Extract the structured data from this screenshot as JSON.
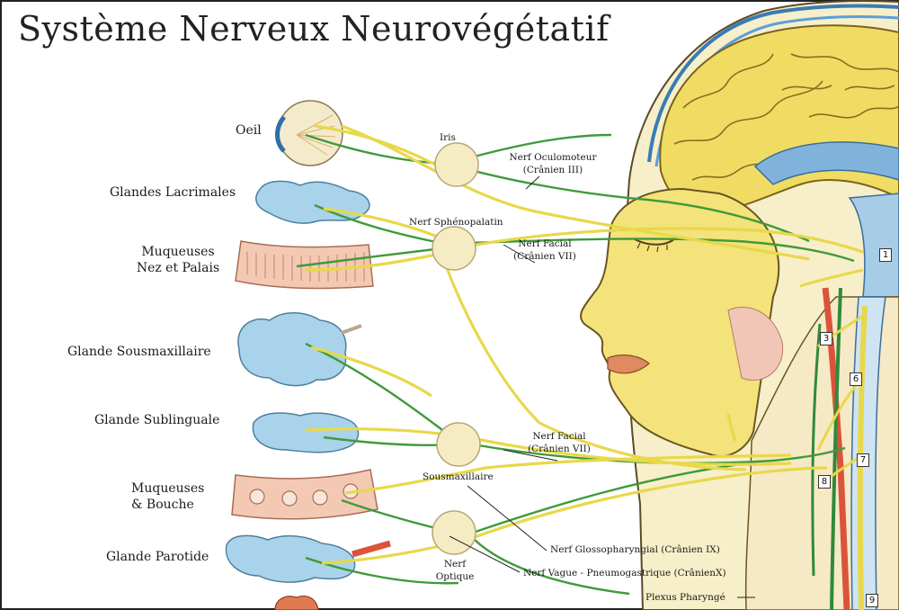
{
  "title": "Système Nerveux Neurovégétatif",
  "organs": {
    "oeil": "Oeil",
    "lacrimales": "Glandes Lacrimales",
    "muqueuses_nez_1": "Muqueuses",
    "muqueuses_nez_2": "Nez et Palais",
    "sousmaxillaire": "Glande Sousmaxillaire",
    "sublinguale": "Glande Sublinguale",
    "muqueuses_bouche_1": "Muqueuses",
    "muqueuses_bouche_2": "& Bouche",
    "parotide": "Glande Parotide"
  },
  "ganglia": {
    "iris": "Iris",
    "sphenopalatin": "Nerf Sphénopalatin",
    "sousmaxillaire": "Sousmaxillaire",
    "optique_1": "Nerf",
    "optique_2": "Optique"
  },
  "nerves": {
    "oculomoteur_1": "Nerf Oculomoteur",
    "oculomoteur_2": "(Crânien III)",
    "facial_upper_1": "Nerf Facial",
    "facial_upper_2": "(Crânien VII)",
    "facial_lower_1": "Nerf Facial",
    "facial_lower_2": "(Crânien VII)",
    "glosso": "Nerf Glossopharyngial (Crânien IX)",
    "vague": "Nerf Vague - Pneumogastrique (CrânienX)",
    "plexus": "Plexus Pharyngé"
  },
  "vertebra_markers": [
    "1",
    "3",
    "6",
    "7",
    "8",
    "9"
  ],
  "colors": {
    "nerve_yellow": "#e8d84a",
    "nerve_green": "#3f9a3a",
    "brain": "#f1dc63",
    "face": "#f3e37a",
    "gland_blue": "#a9d3ea",
    "ganglion": "#f6ecc4",
    "mucosa": "#f3c9b4"
  }
}
